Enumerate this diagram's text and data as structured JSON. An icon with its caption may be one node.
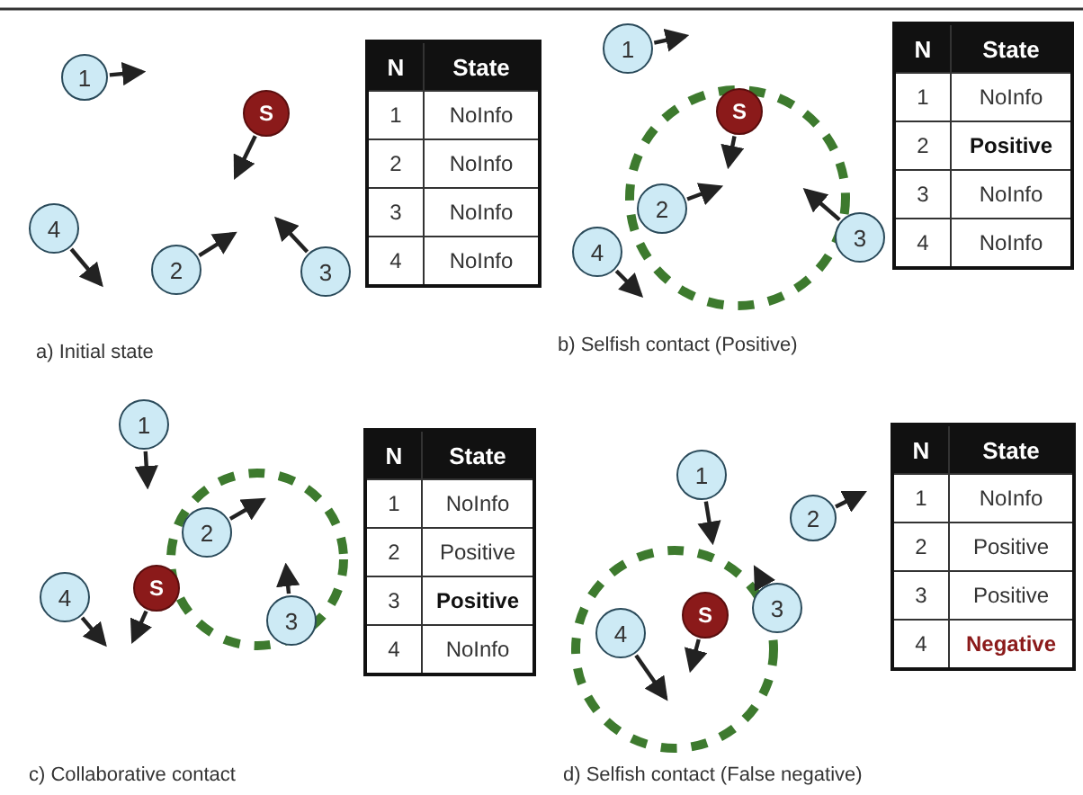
{
  "diagram": {
    "nodes": [
      {
        "text": [
          "1"
        ]
      },
      {
        "text": [
          "S"
        ]
      },
      {
        "text": [
          "2"
        ]
      },
      {
        "text": [
          "3"
        ]
      },
      {
        "text": [
          "4"
        ]
      },
      {
        "text": [
          "1"
        ]
      },
      {
        "text": [
          "S"
        ]
      },
      {
        "text": [
          "2"
        ]
      },
      {
        "text": [
          "3"
        ]
      },
      {
        "text": [
          "4"
        ]
      },
      {
        "text": [
          "1"
        ]
      },
      {
        "text": [
          "S"
        ]
      },
      {
        "text": [
          "2"
        ]
      },
      {
        "text": [
          "3"
        ]
      },
      {
        "text": [
          "4"
        ]
      },
      {
        "text": [
          "1"
        ]
      },
      {
        "text": [
          "S"
        ]
      },
      {
        "text": [
          "2"
        ]
      },
      {
        "text": [
          "3"
        ]
      },
      {
        "text": [
          "4"
        ]
      }
    ],
    "labels": [
      "N",
      "State",
      "1",
      "NoInfo",
      "2",
      "NoInfo",
      "3",
      "NoInfo",
      "4",
      "NoInfo",
      "a) Initial state",
      "N",
      "State",
      "1",
      "NoInfo",
      "2",
      "Positive",
      "3",
      "NoInfo",
      "4",
      "NoInfo",
      "b) Selfish contact (Positive)",
      "N",
      "State",
      "1",
      "NoInfo",
      "2",
      "Positive",
      "3",
      "Positive",
      "4",
      "NoInfo",
      "c) Collaborative contact",
      "N",
      "State",
      "1",
      "NoInfo",
      "2",
      "Positive",
      "3",
      "Positive",
      "4",
      "Negative",
      "d) Selfish contact (False negative)"
    ]
  }
}
